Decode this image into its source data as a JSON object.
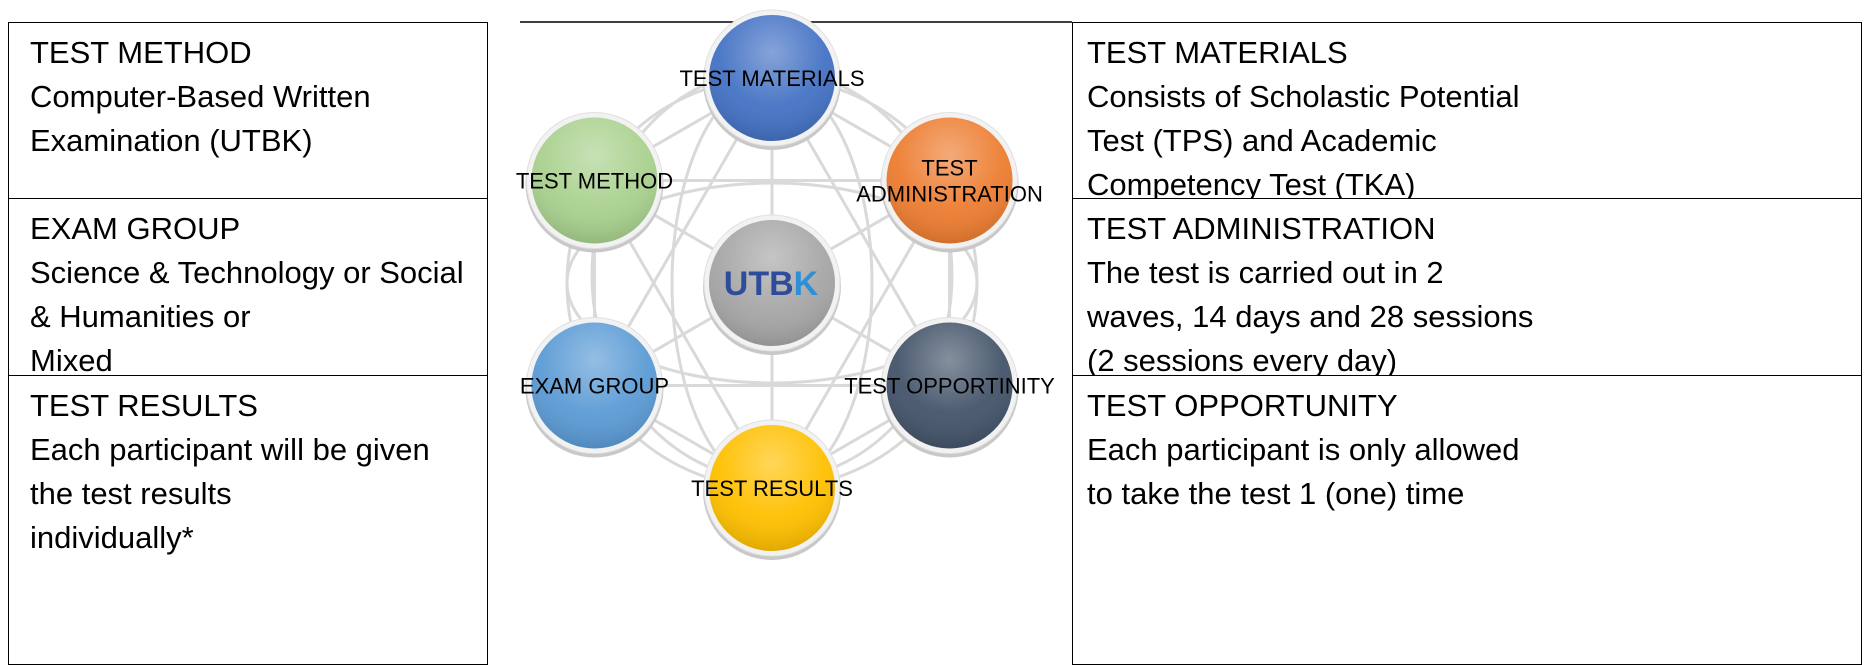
{
  "left_panels": [
    {
      "heading": "TEST METHOD",
      "body": "Computer-Based Written\nExamination (UTBK)"
    },
    {
      "heading": "EXAM GROUP",
      "body": "Science & Technology or Social\n& Humanities or\nMixed"
    },
    {
      "heading": "TEST RESULTS",
      "body": "Each participant will be given\nthe test results\nindividually*"
    }
  ],
  "right_panels": [
    {
      "heading": "TEST MATERIALS",
      "body": "Consists of Scholastic Potential\nTest  (TPS)  and Academic\nCompetency Test (TKA)"
    },
    {
      "heading": "TEST ADMINISTRATION",
      "body": "The test is carried out in 2\nwaves, 14 days and 28 sessions\n(2 sessions every day)"
    },
    {
      "heading": "TEST OPPORTUNITY",
      "body": "Each participant is only allowed\nto take the test 1 (one) time"
    }
  ],
  "diagram": {
    "center": {
      "label_part1": "UTB",
      "label_part2": "K",
      "color_part1": "#2e4c9c",
      "color_part2": "#2f8fd6",
      "fill": "#a6a6a6"
    },
    "nodes": [
      {
        "label_lines": [
          "TEST MATERIALS"
        ],
        "color": "#4472c4"
      },
      {
        "label_lines": [
          "TEST",
          "ADMINISTRATION"
        ],
        "color": "#ed7d31"
      },
      {
        "label_lines": [
          "TEST OPPORTINITY"
        ],
        "color": "#44546a"
      },
      {
        "label_lines": [
          "TEST RESULTS"
        ],
        "color": "#ffc000"
      },
      {
        "label_lines": [
          "EXAM GROUP"
        ],
        "color": "#5b9bd5"
      },
      {
        "label_lines": [
          "TEST METHOD"
        ],
        "color": "#a9d18e"
      }
    ]
  }
}
